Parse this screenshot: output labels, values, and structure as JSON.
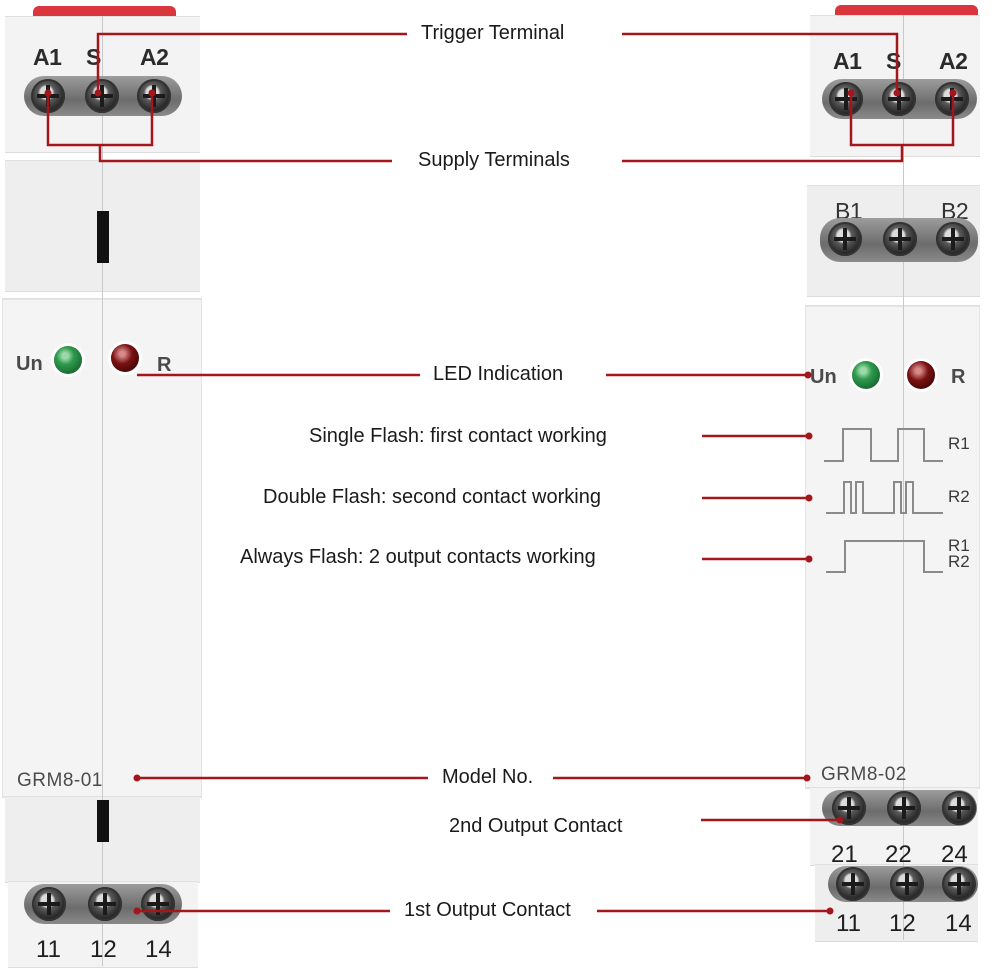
{
  "diagram": {
    "callouts": {
      "trigger_terminal": "Trigger Terminal",
      "supply_terminals": "Supply Terminals",
      "led_indication": "LED Indication",
      "single_flash": "Single Flash: first contact working",
      "double_flash": "Double Flash: second contact working",
      "always_flash": "Always Flash: 2 output contacts working",
      "model_no": "Model No.",
      "second_output_contact": "2nd Output Contact",
      "first_output_contact": "1st Output Contact"
    },
    "line_color": "#a3161c",
    "left_device": {
      "model": "GRM8-01",
      "top_terminals": [
        "A1",
        "S",
        "A2"
      ],
      "led_labels": {
        "supply": "Un",
        "relay": "R"
      },
      "bottom_terminals": [
        "11",
        "12",
        "14"
      ]
    },
    "right_device": {
      "model": "GRM8-02",
      "top_terminals": [
        "A1",
        "S",
        "A2"
      ],
      "aux_terminals": [
        "B1",
        "B2"
      ],
      "led_labels": {
        "supply": "Un",
        "relay": "R"
      },
      "waveform_labels": {
        "single": "R1",
        "double": "R2",
        "always_top": "R1",
        "always_bottom": "R2"
      },
      "second_contact_terminals": [
        "21",
        "22",
        "24"
      ],
      "first_contact_terminals": [
        "11",
        "12",
        "14"
      ]
    }
  }
}
